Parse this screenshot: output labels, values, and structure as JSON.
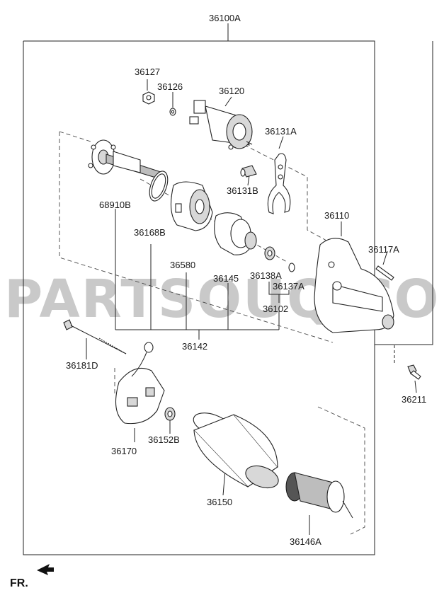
{
  "watermark": "PARTSOUQ.COM",
  "direction_label": "FR.",
  "labels": {
    "assembly": "36100A",
    "p36127": "36127",
    "p36126": "36126",
    "p36120": "36120",
    "p36131A": "36131A",
    "p36131B": "36131B",
    "p68910B": "68910B",
    "p36168B": "36168B",
    "p36580": "36580",
    "p36145": "36145",
    "p36138A": "36138A",
    "p36137A": "36137A",
    "p36102": "36102",
    "p36110": "36110",
    "p36117A": "36117A",
    "p36142": "36142",
    "p36181D": "36181D",
    "p36211": "36211",
    "p36170": "36170",
    "p36152B": "36152B",
    "p36150": "36150",
    "p36146A": "36146A"
  }
}
